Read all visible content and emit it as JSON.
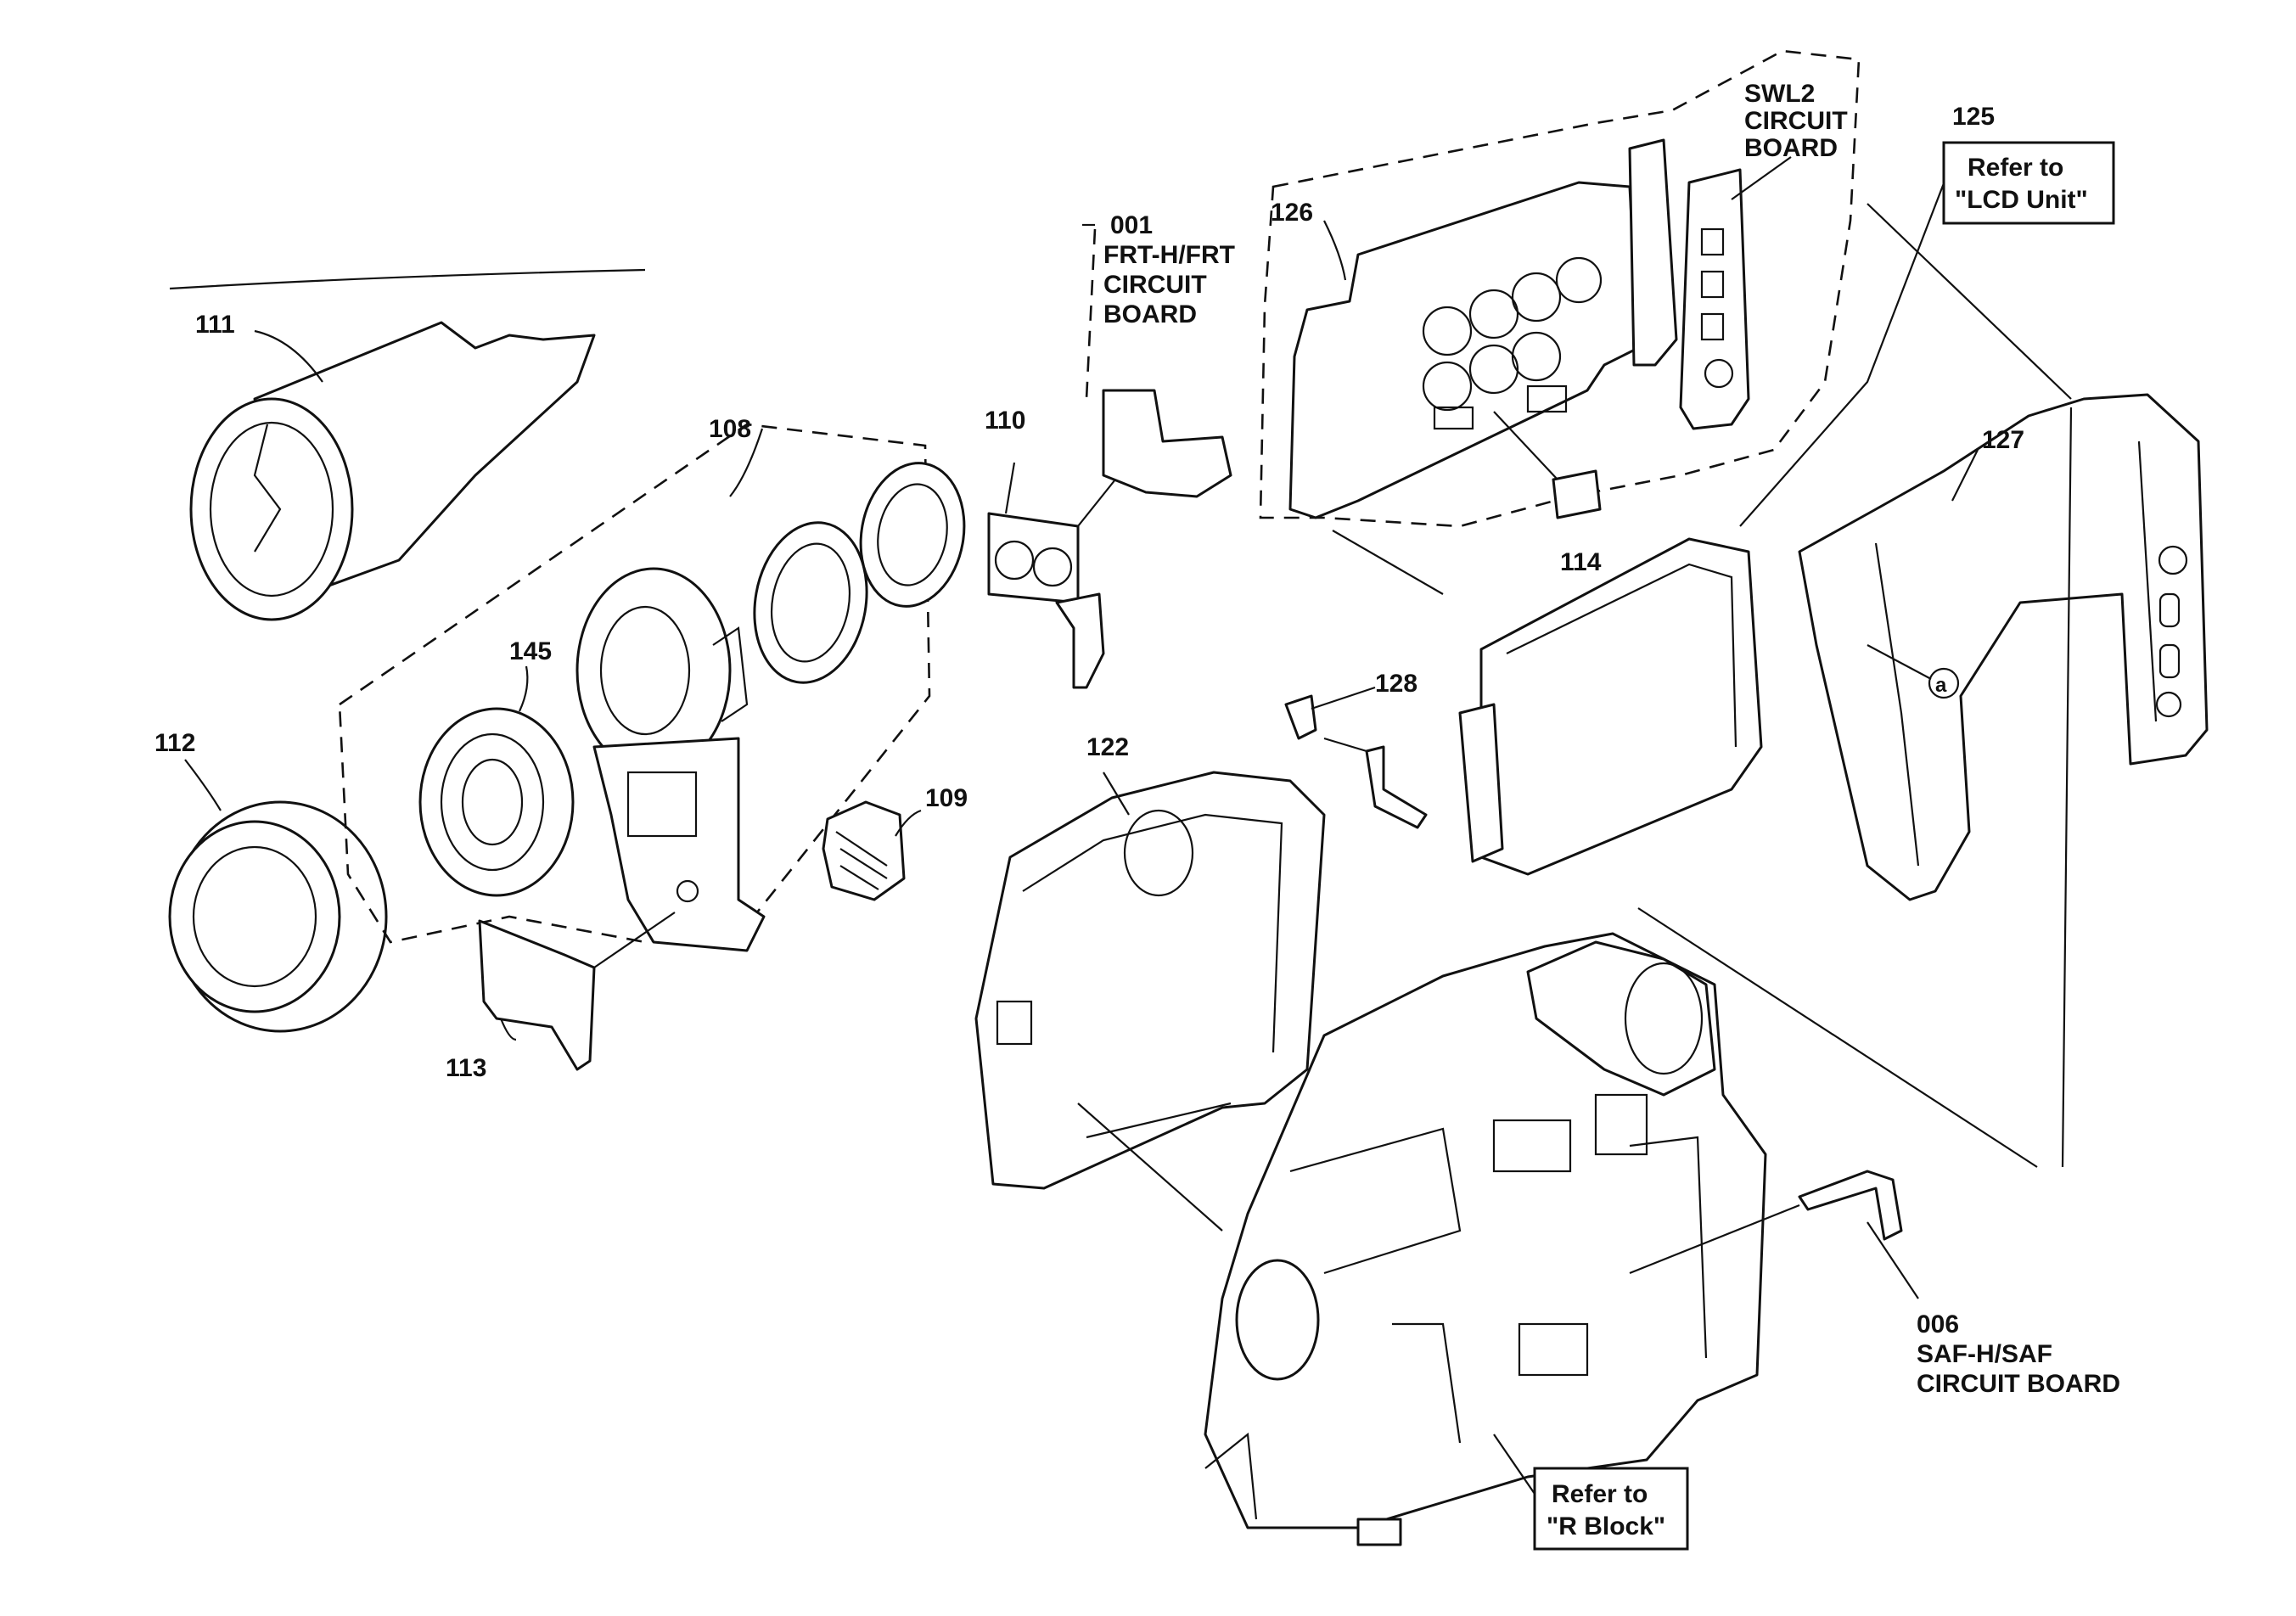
{
  "callouts": {
    "p111": "111",
    "p112": "112",
    "p145": "145",
    "p108": "108",
    "p113": "113",
    "p110": "110",
    "p109": "109",
    "p001": "001",
    "p001_l1": "FRT-H/FRT",
    "p001_l2": "CIRCUIT",
    "p001_l3": "BOARD",
    "p126": "126",
    "swl2_l1": "SWL2",
    "swl2_l2": "CIRCUIT",
    "swl2_l3": "BOARD",
    "p125": "125",
    "p114": "114",
    "p128": "128",
    "p127": "127",
    "p122": "122",
    "p006": "006",
    "p006_l1": "SAF-H/SAF",
    "p006_l2": "CIRCUIT BOARD",
    "circle_a": "a"
  },
  "refs": {
    "lcd_l1": "Refer to",
    "lcd_l2": "\"LCD Unit\"",
    "rblock_l1": "Refer to",
    "rblock_l2": "\"R Block\""
  }
}
